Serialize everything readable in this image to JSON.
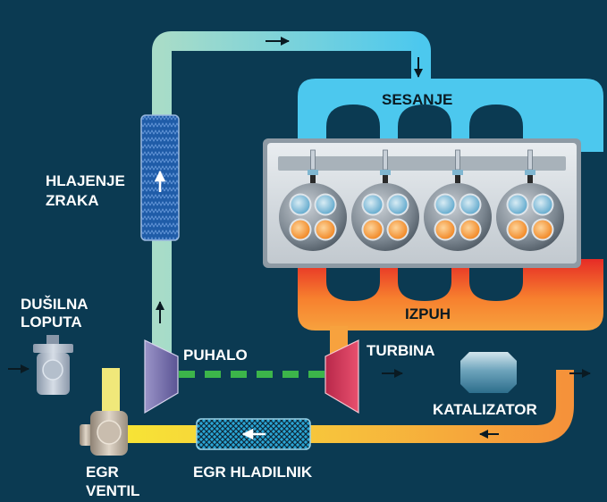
{
  "labels": {
    "intake_manifold": "SESANJE",
    "exhaust_manifold": "IZPUH",
    "intercooler": [
      "HLAJENJE",
      "ZRAKA"
    ],
    "throttle": [
      "DUŠILNA",
      "LOPUTA"
    ],
    "compressor": "PUHALO",
    "turbine": "TURBINA",
    "catalyst": "KATALIZATOR",
    "egr_valve": [
      "EGR",
      "VENTIL"
    ],
    "egr_cooler": "EGR HLADILNIK"
  },
  "colors": {
    "background": "#0b3a52",
    "cold_air": "#4cc8ee",
    "charge_air": "#f7e436",
    "exhaust": "#f7a23e",
    "exhaust_hot": "#e8352a",
    "shaft": "#3cb54a",
    "compressor": "#7c74b0",
    "turbine": "#d63a5c"
  },
  "engine": {
    "cylinders": 4,
    "valves_per_cylinder": 4
  }
}
